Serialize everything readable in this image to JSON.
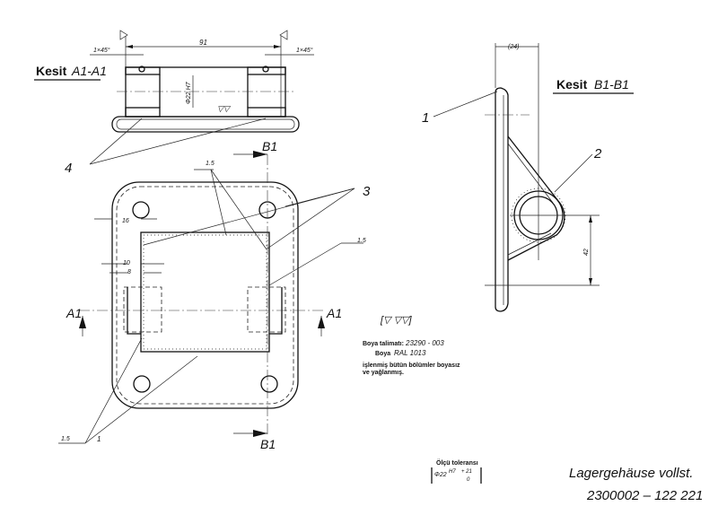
{
  "section_a": {
    "title_prefix": "Kesit",
    "title_id": "A1-A1",
    "dim_length": "91",
    "chamfer_left": "1×45°",
    "chamfer_right": "1×45°",
    "bore": "Φ22 H7",
    "surface_symbol": "▽▽"
  },
  "section_b": {
    "title_prefix": "Kesit",
    "title_id": "B1-B1",
    "dim_width": "(24)",
    "dim_height": "42"
  },
  "plan_view": {
    "cut_a_left": "A1",
    "cut_a_right": "A1",
    "cut_b_top": "B1",
    "cut_b_bottom": "B1",
    "dim_16": "16",
    "dim_10": "10",
    "dim_8": "8",
    "weld_top": "1.5",
    "weld_right": "1.5",
    "weld_bottom": "1.5"
  },
  "part_numbers": {
    "p1": "1",
    "p2": "2",
    "p3": "3",
    "p4": "4",
    "p1_plan": "1"
  },
  "notes": {
    "surface_legend": "[▽   ▽▽]",
    "paint_instruction_label": "Boya talimatı:",
    "paint_instruction_value": "23290 - 003",
    "paint_label": "Boya",
    "paint_value": "RAL 1013",
    "remark_line1": "işlenmiş bütün bölümler boyasız",
    "remark_line2": "ve yağlanmış."
  },
  "tolerance": {
    "label": "Ölçü toleransı",
    "nominal": "Φ22",
    "fit": "H7",
    "upper": "+ 21",
    "lower": "0"
  },
  "title_block": {
    "name": "Lagergehäuse   vollst.",
    "number": "2300002 – 122 221"
  }
}
